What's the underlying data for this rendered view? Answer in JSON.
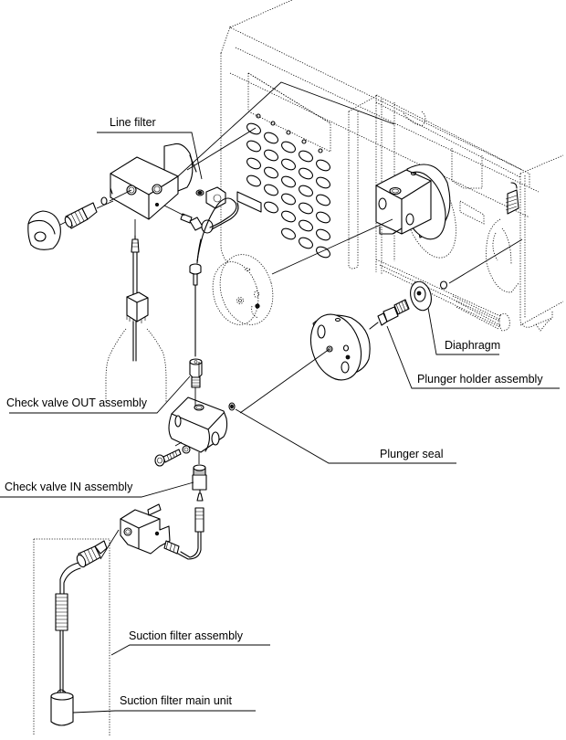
{
  "diagram": {
    "title": "Pump head exploded view",
    "labels": {
      "line_filter": "Line filter",
      "diaphragm": "Diaphragm",
      "plunger_holder_assembly": "Plunger holder assembly",
      "check_valve_out_assembly": "Check valve OUT assembly",
      "plunger_seal": "Plunger seal",
      "check_valve_in_assembly": "Check valve IN assembly",
      "suction_filter_assembly": "Suction filter assembly",
      "suction_filter_main_unit": "Suction filter main unit"
    }
  }
}
